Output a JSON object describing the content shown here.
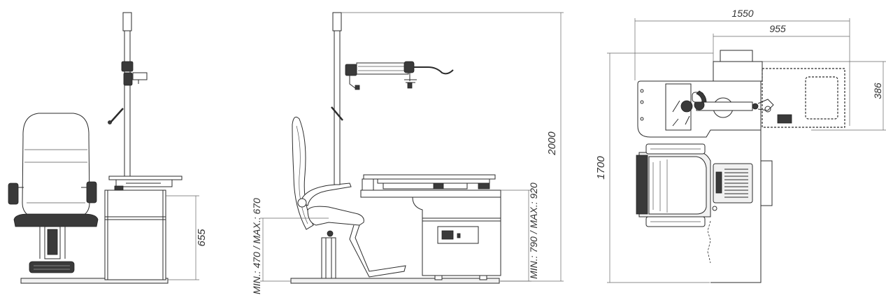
{
  "dimensions": {
    "front_table_height": "655",
    "side_chair_height": "MIN.: 470 / MAX.: 670",
    "side_table_height": "MIN.: 790 / MAX.: 920",
    "side_total_height": "2000",
    "top_total_width": "1550",
    "top_table_width": "955",
    "top_depth": "1700",
    "top_partial": "386"
  },
  "colors": {
    "line": "#2b2b2b",
    "dimension": "#666666"
  }
}
